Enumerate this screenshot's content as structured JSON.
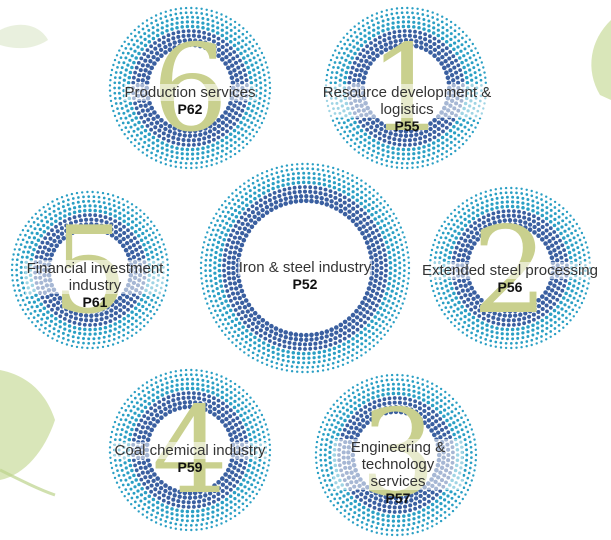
{
  "center": {
    "name": "Iron & steel industry",
    "page": "P52"
  },
  "segments": [
    {
      "num": "1",
      "name": "Resource development & logistics",
      "page": "P55"
    },
    {
      "num": "2",
      "name": "Extended steel processing",
      "page": "P56"
    },
    {
      "num": "3",
      "name": "Engineering & technology services",
      "page": "P57"
    },
    {
      "num": "4",
      "name": "Coal chemical industry",
      "page": "P59"
    },
    {
      "num": "5",
      "name": "Financial investment industry",
      "page": "P61"
    },
    {
      "num": "6",
      "name": "Production services",
      "page": "P62"
    }
  ],
  "colors": {
    "dots_outer": "#2a9fc4",
    "dots_inner": "#3a5fa0",
    "numeral": "#c9d08e",
    "leaf": "#cfe0a8"
  }
}
